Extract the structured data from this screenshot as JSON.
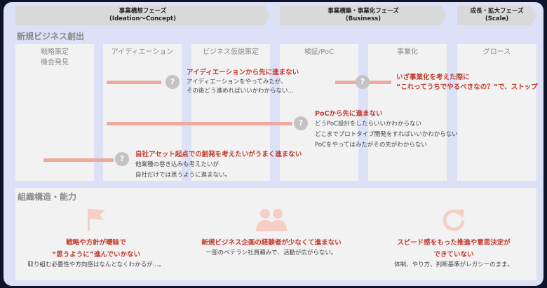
{
  "phases": [
    {
      "title": "事業構想フェーズ",
      "sub": "(Ideation〜Concept)"
    },
    {
      "title": "事業構築・事業化フェーズ",
      "sub": "(Business)"
    },
    {
      "title": "成長・拡大フェーズ",
      "sub": "(Scale)"
    }
  ],
  "section1": {
    "title": "新規ビジネス創出",
    "columns": [
      {
        "l1": "戦略策定",
        "l2": "機会発見"
      },
      {
        "l1": "アイディエーション"
      },
      {
        "l1": "ビジネス仮説策定"
      },
      {
        "l1": "検証/PoC"
      },
      {
        "l1": "事業化"
      },
      {
        "l1": "グロース"
      }
    ],
    "issues": [
      {
        "title": "アイディエーションから先に進まない",
        "lines": [
          "アイディエーションをやってみたが、",
          "その後どう進めればいいかわからない…"
        ]
      },
      {
        "title": "いざ事業化を考えた際に",
        "lines": [
          "“これってうちでやるべきなの？”で、ストップ"
        ]
      },
      {
        "title": "PoCから先に進まない",
        "lines": [
          "どうPoC設計をしたらいいかわからない",
          "どこまでプロトタイプ開発をすればいいかわからない",
          "PoCをやってはみたがその先がわからない"
        ]
      },
      {
        "title": "自社アセット起点での創発を考えたいがうまく進まない",
        "lines": [
          "他業種の巻き込みも考えたいが",
          "自社だけでは思うように進まない。"
        ]
      }
    ],
    "q_mark": "?"
  },
  "section2": {
    "title": "組織構造・能力",
    "items": [
      {
        "icon": "flag-icon",
        "title1": "戦略や方針が曖昧で",
        "title2": "“思うように”進んでいかない",
        "desc": "取り組む必要性や方向感はなんとなくわかるが…。"
      },
      {
        "icon": "people-icon",
        "title1": "新規ビジネス企画の経験者が少なくて進まない",
        "title2": "",
        "desc": "一部のベテラン社員頼みで、活動が広がらない。"
      },
      {
        "icon": "refresh-icon",
        "title1": "スピード感をもった推進や意思決定が",
        "title2": "できていない",
        "desc": "体制、やり方、判断基準がレガシーのまま。"
      }
    ]
  }
}
